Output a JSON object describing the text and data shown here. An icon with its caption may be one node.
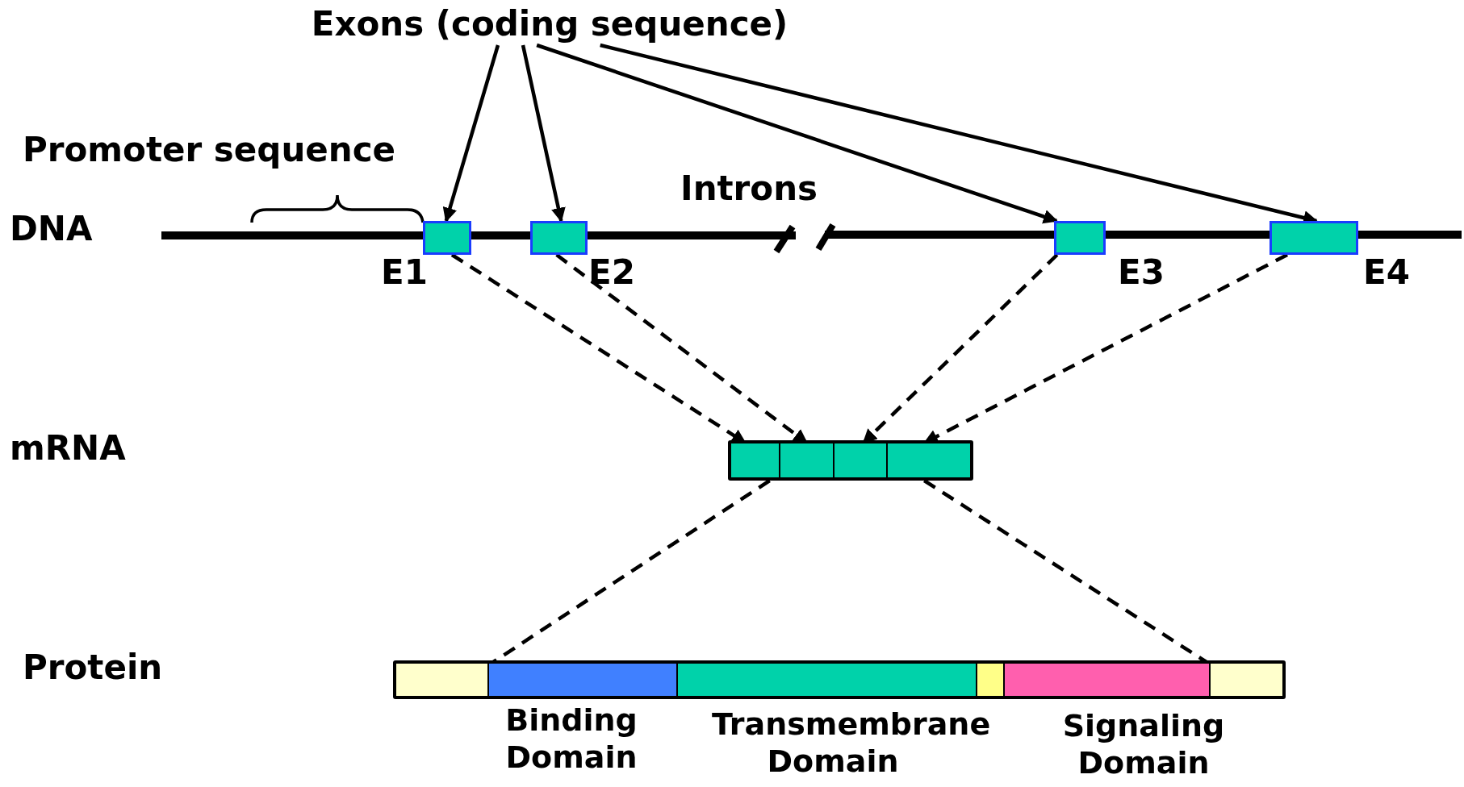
{
  "diagram": {
    "nodes": [
      {
        "text": [
          "Exons (coding sequence)"
        ]
      },
      {
        "text": [],
        "shape": "box",
        "beside": [
          "E1"
        ]
      },
      {
        "text": [],
        "shape": "box",
        "beside": [
          "E2"
        ]
      },
      {
        "text": [],
        "shape": "box",
        "beside": [
          "E3"
        ]
      },
      {
        "text": [],
        "shape": "box",
        "beside": [
          "E4"
        ]
      },
      {
        "text": [],
        "shape": "bar"
      },
      {
        "text": [],
        "shape": "box",
        "in": 5
      },
      {
        "text": [],
        "shape": "box",
        "in": 5
      },
      {
        "text": [],
        "shape": "box",
        "in": 5
      },
      {
        "text": [],
        "shape": "box",
        "in": 5
      },
      {
        "text": [],
        "shape": "bar"
      },
      {
        "text": [],
        "shape": "box",
        "in": 10
      },
      {
        "text": [],
        "shape": "box",
        "in": 10,
        "beside": [
          "Binding Domain"
        ]
      },
      {
        "text": [],
        "shape": "box",
        "in": 10,
        "beside": [
          "Transmembrane Domain"
        ]
      },
      {
        "text": [],
        "shape": "box",
        "in": 10
      },
      {
        "text": [],
        "shape": "box",
        "in": 10,
        "beside": [
          "Signaling Domain"
        ]
      },
      {
        "text": [],
        "shape": "box",
        "in": 10
      }
    ],
    "edges": [
      {
        "from": 0,
        "to": 1,
        "arrow": "to"
      },
      {
        "from": 0,
        "to": 2,
        "arrow": "to"
      },
      {
        "from": 0,
        "to": 3,
        "arrow": "to"
      },
      {
        "from": 0,
        "to": 4,
        "arrow": "to"
      },
      {
        "from": 1,
        "to": 6,
        "arrow": "to",
        "style": "dashed"
      },
      {
        "from": 2,
        "to": 7,
        "arrow": "to",
        "style": "dashed"
      },
      {
        "from": 3,
        "to": 8,
        "arrow": "to",
        "style": "dashed"
      },
      {
        "from": 4,
        "to": 9,
        "arrow": "to",
        "style": "dashed"
      },
      {
        "from": 5,
        "to": 12,
        "arrow": "none",
        "style": "dashed"
      },
      {
        "from": 5,
        "to": 15,
        "arrow": "none",
        "style": "dashed"
      }
    ],
    "labels": [
      "Promoter sequence",
      "Introns",
      "DNA",
      "mRNA",
      "Protein"
    ]
  }
}
